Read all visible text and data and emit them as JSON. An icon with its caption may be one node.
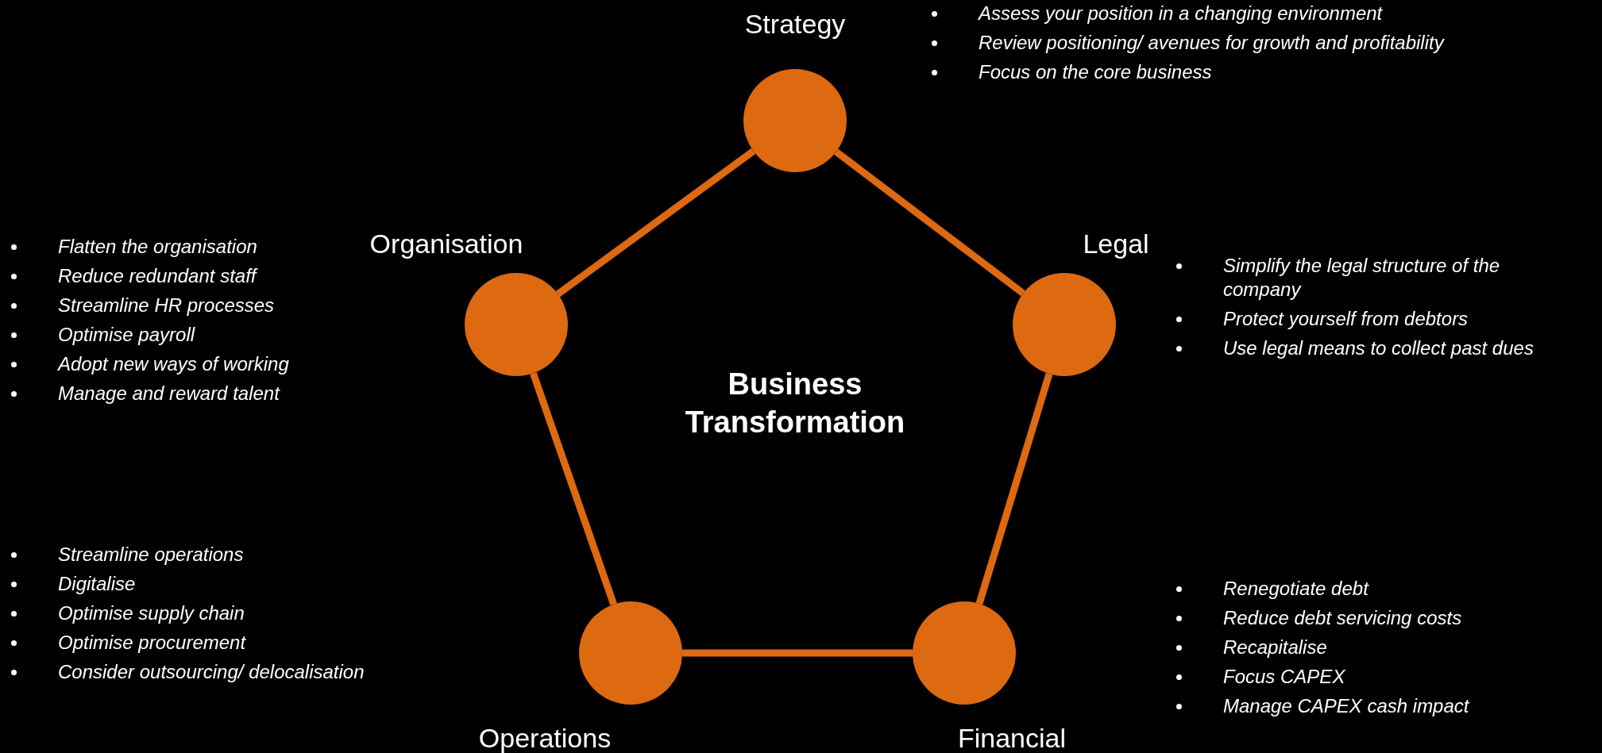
{
  "diagram": {
    "nodes": [
      {
        "text": [
          "Strategy"
        ],
        "beside": [
          "Assess your position in a changing environment",
          "Review positioning/ avenues for growth and profitability",
          "Focus on the core business"
        ]
      },
      {
        "text": [
          "Organisation"
        ],
        "beside": [
          "Flatten the organisation",
          "Reduce redundant staff",
          "Streamline HR processes",
          "Optimise payroll",
          "Adopt new ways of working",
          "Manage and reward talent"
        ]
      },
      {
        "text": [
          "Legal"
        ],
        "beside": [
          "Simplify the legal structure of the company",
          "Protect yourself from debtors",
          "Use legal means to collect past dues"
        ]
      },
      {
        "text": [
          "Operations"
        ],
        "beside": [
          "Streamline operations",
          "Digitalise",
          "Optimise supply chain",
          "Optimise procurement",
          "Consider outsourcing/ delocalisation"
        ]
      },
      {
        "text": [
          "Financial"
        ],
        "beside": [
          "Renegotiate debt",
          "Reduce debt servicing costs",
          "Recapitalise",
          "Focus CAPEX",
          "Manage CAPEX cash impact"
        ]
      }
    ],
    "edges": [
      {
        "from": 0,
        "to": 2,
        "arrow": "none"
      },
      {
        "from": 2,
        "to": 4,
        "arrow": "none"
      },
      {
        "from": 4,
        "to": 3,
        "arrow": "none"
      },
      {
        "from": 3,
        "to": 1,
        "arrow": "none"
      },
      {
        "from": 1,
        "to": 0,
        "arrow": "none"
      }
    ],
    "labels": [
      "Business Transformation"
    ]
  }
}
